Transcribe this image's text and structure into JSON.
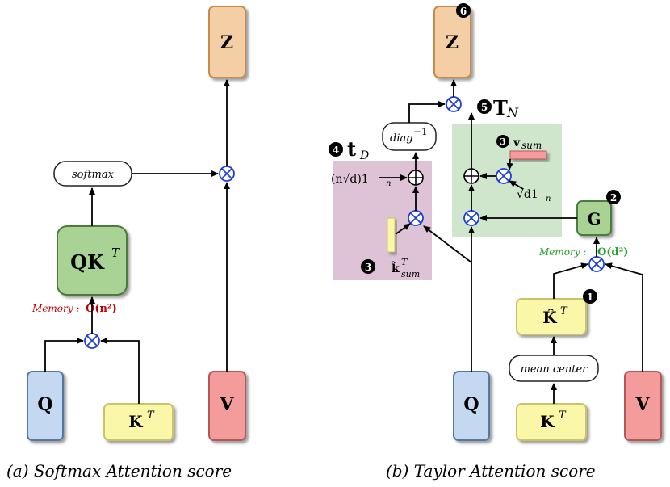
{
  "panel_a": {
    "caption": "(a) Softmax Attention score",
    "z_label": "Z",
    "softmax_label": "softmax",
    "qk_label": "QK",
    "qk_sup": "T",
    "memory_label": "Memory : ",
    "memory_value": "O(n²)",
    "q_label": "Q",
    "k_label": "K",
    "k_sup": "T",
    "v_label": "V"
  },
  "panel_b": {
    "caption": "(b) Taylor Attention score",
    "z_label": "Z",
    "diag_label": "diag",
    "diag_sup": "−1",
    "td_label": "t",
    "td_sub": "D",
    "tn_label": "T",
    "tn_sub": "N",
    "n_sqrt_d_label": "(n√d)1",
    "n_sub": "n",
    "sqrt_d_label": "√d1",
    "sqrt_d_sub": "n",
    "vsum_label": "v",
    "vsum_sub": "sum",
    "ksum_label": "k̂",
    "ksum_sup": "T",
    "ksum_sub": "sum",
    "g_label": "G",
    "memory_label": "Memory : ",
    "memory_value": "O(d²)",
    "khat_label": "K̂",
    "khat_sup": "T",
    "mean_center_label": "mean center",
    "q_label": "Q",
    "k_label": "K",
    "k_sup": "T",
    "v_label": "V",
    "badges": [
      "1",
      "2",
      "3",
      "3",
      "4",
      "5",
      "6"
    ]
  },
  "colors": {
    "z_fill": "#f4cfa6",
    "z_stroke": "#c98a4b",
    "qk_fill": "#a9d394",
    "qk_stroke": "#4d7a3c",
    "q_fill": "#c4d9f1",
    "q_stroke": "#5578a3",
    "k_fill": "#fbf7a8",
    "k_stroke": "#c9c46a",
    "v_fill": "#f49b9b",
    "v_stroke": "#b35858",
    "op_blue": "#1f3fd9",
    "memory_red": "#c00000",
    "memory_green": "#22a02a",
    "td_bg": "#dec2d6",
    "tn_bg": "#cfe6cc"
  }
}
